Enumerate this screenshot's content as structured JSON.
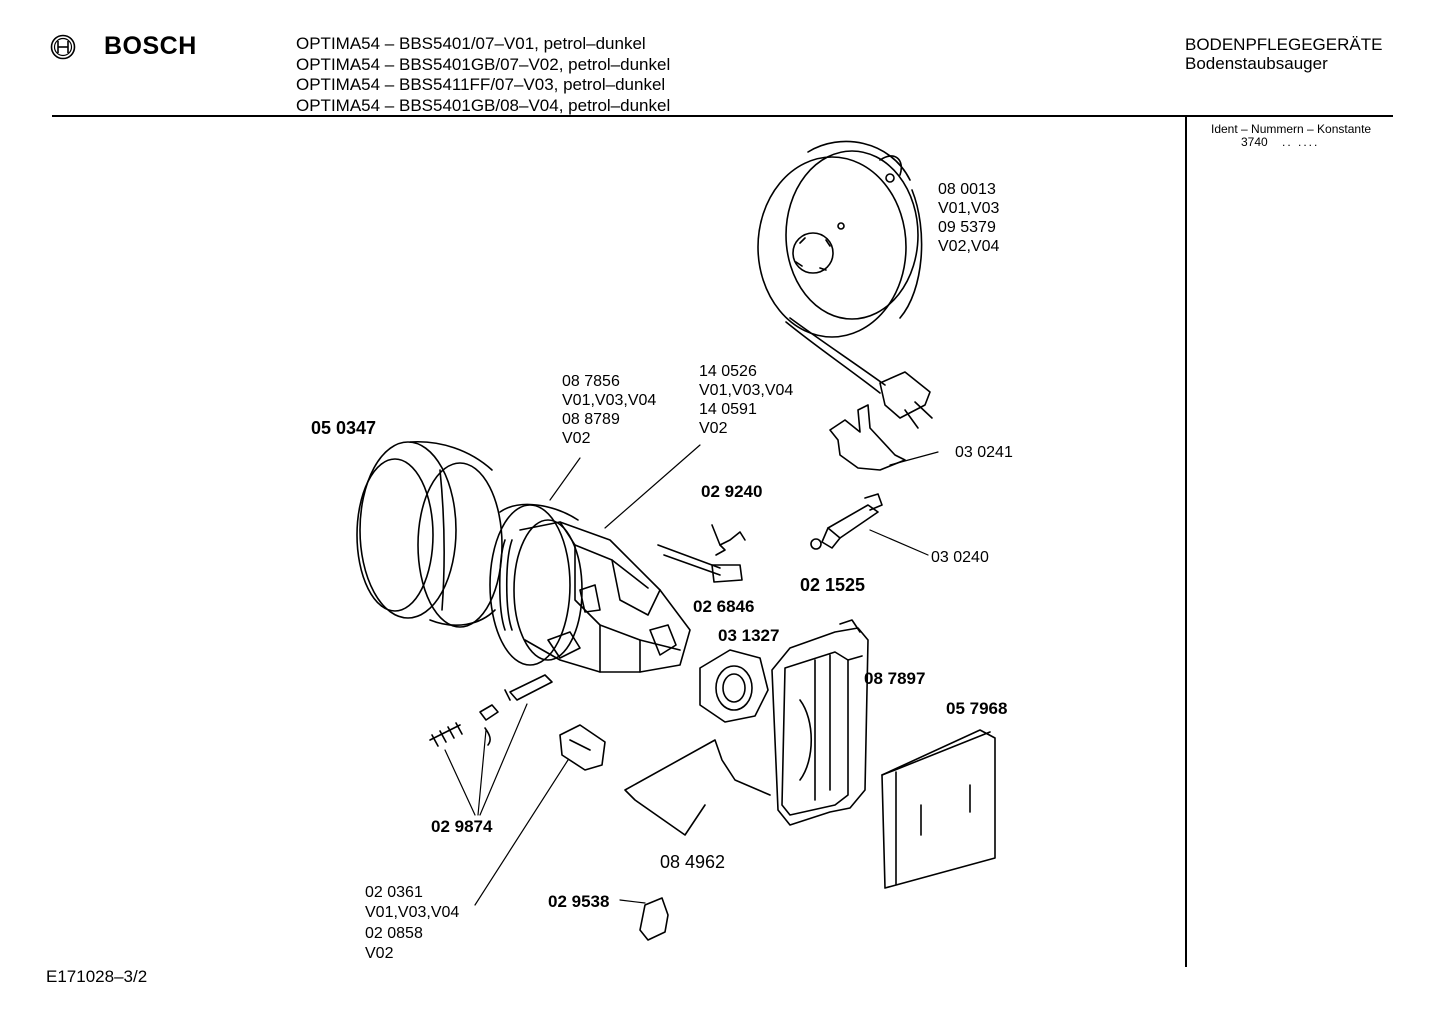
{
  "header": {
    "brand": "BOSCH",
    "models": [
      "OPTIMA54 – BBS5401/07–V01, petrol–dunkel",
      "OPTIMA54 – BBS5401GB/07–V02, petrol–dunkel",
      "OPTIMA54 – BBS5411FF/07–V03, petrol–dunkel",
      "OPTIMA54 – BBS5401GB/08–V04, petrol–dunkel"
    ],
    "category": "BODENPFLEGEGERÄTE",
    "subcategory": "Bodenstaubsauger"
  },
  "ident": {
    "label": "Ident – Nummern – Konstante",
    "value": "3740",
    "dots": ".. ...."
  },
  "footer": {
    "code": "E171028–3/2"
  },
  "parts": {
    "cord_reel": [
      "08 0013",
      "V01,V03",
      "09 5379",
      "V02,V04"
    ],
    "motor_a": [
      "08 7856",
      "V01,V03,V04",
      "08 8789",
      "V02"
    ],
    "motor_b": [
      "14 0526",
      "V01,V03,V04",
      "14 0591",
      "V02"
    ],
    "bumper_ring": "05 0347",
    "spring_clip": "03 0241",
    "brush_holder": "03 0240",
    "wire_clip": "02 9240",
    "capacitor": "02 6846",
    "small_spring": "02 1525",
    "motor_mount": "03 1327",
    "filter_frame": "08 7897",
    "filter_pad": "05 7968",
    "springs_set": "02 9874",
    "switch_board": [
      "02 0361",
      "V01,V03,V04",
      "02 0858",
      "V02"
    ],
    "wire_bracket": "08 4962",
    "small_clip": "02 9538"
  }
}
